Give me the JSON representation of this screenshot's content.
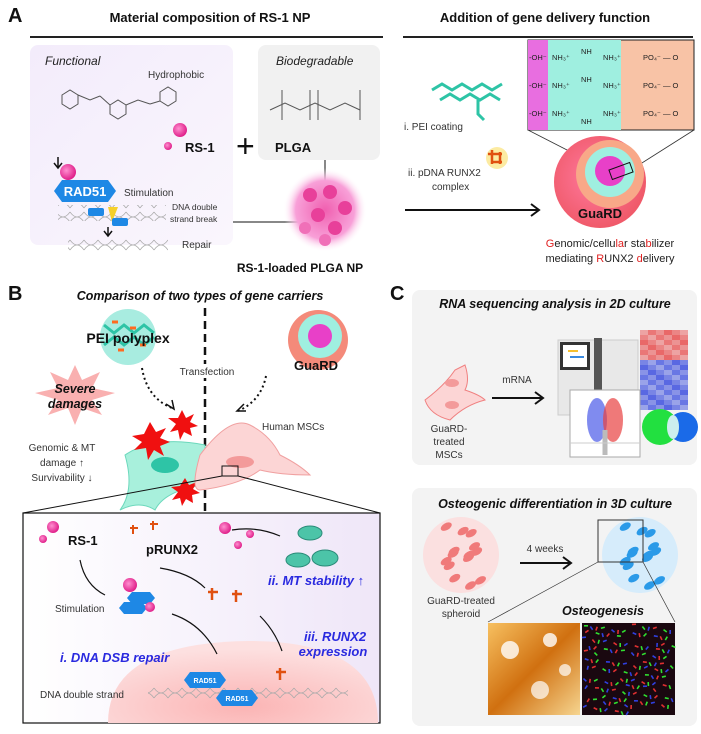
{
  "panel_a": {
    "label": "A",
    "left_title": "Material composition of RS-1 NP",
    "right_title": "Addition of gene delivery function",
    "functional": "Functional",
    "hydrophobic": "Hydrophobic",
    "rs1": "RS-1",
    "plus": "+",
    "biodegradable": "Biodegradable",
    "plga": "PLGA",
    "rad51": "RAD51",
    "stimulation": "Stimulation",
    "dsb_line1": "DNA double",
    "dsb_line2": "strand break",
    "repair": "Repair",
    "np_label": "RS-1-loaded PLGA NP",
    "pei_coating": "i. PEI coating",
    "pdna_line1": "ii. pDNA RUNX2",
    "pdna_line2": "complex",
    "guard": "GuaRD",
    "inset_rows": [
      {
        "oh": "-OH⁻",
        "n1": "NH₃⁺",
        "nh": "NH",
        "n2": "NH₃⁺",
        "po": "PO₄⁻ — O"
      },
      {
        "oh": "-OH⁻",
        "n1": "NH₃⁺",
        "nh": "NH",
        "n2": "NH₃⁺",
        "po": "PO₄⁻ — O"
      },
      {
        "oh": "-OH⁻",
        "n1": "NH₃⁺",
        "nh": "NH",
        "n2": "NH₃⁺",
        "po": "PO₄⁻ — O"
      }
    ],
    "tagline": {
      "line1": [
        {
          "t": "G",
          "red": true
        },
        {
          "t": "enomic/cellu",
          "red": false
        },
        {
          "t": "la",
          "red": true
        },
        {
          "t": "r sta",
          "red": false
        },
        {
          "t": "b",
          "red": true
        },
        {
          "t": "ilizer",
          "red": false
        }
      ],
      "line2": [
        {
          "t": "mediating ",
          "red": false
        },
        {
          "t": "R",
          "red": true
        },
        {
          "t": "UNX2 ",
          "red": false
        },
        {
          "t": "d",
          "red": true
        },
        {
          "t": "elivery",
          "red": false
        }
      ]
    }
  },
  "panel_b": {
    "label": "B",
    "title": "Comparison of two types of gene carriers",
    "pei_polyplex": "PEI polyplex",
    "guard": "GuaRD",
    "transfection": "Transfection",
    "severe_line1": "Severe",
    "severe_line2": "damages",
    "human_mscs": "Human MSCs",
    "damage_line1": "Genomic & MT",
    "damage_line2": "damage ↑",
    "damage_line3": "Survivability ↓",
    "inset": {
      "rs1": "RS-1",
      "prunx2": "pRUNX2",
      "stimulation": "Stimulation",
      "mt_stability": "ii. MT stability ↑",
      "dsb_repair": "i. DNA DSB repair",
      "runx2_line1": "iii. RUNX2",
      "runx2_line2": "expression",
      "dna_strand": "DNA double strand",
      "rad51": "RAD51"
    }
  },
  "panel_c": {
    "label": "C",
    "top_title": "RNA sequencing analysis in 2D culture",
    "mrna": "mRNA",
    "cell_line1": "GuaRD-",
    "cell_line2": "treated",
    "cell_line3": "MSCs",
    "bottom_title": "Osteogenic differentiation in 3D culture",
    "weeks": "4 weeks",
    "spheroid_line1": "GuaRD-treated",
    "spheroid_line2": "spheroid",
    "osteogenesis": "Osteogenesis"
  },
  "colors": {
    "pink": "#e8409a",
    "rad51_blue": "#1e88e5",
    "pei_teal": "#2ec4a6",
    "guard_salmon": "#f48a7a",
    "highlight_red": "#e02020",
    "annotation_blue": "#2a2adf"
  }
}
